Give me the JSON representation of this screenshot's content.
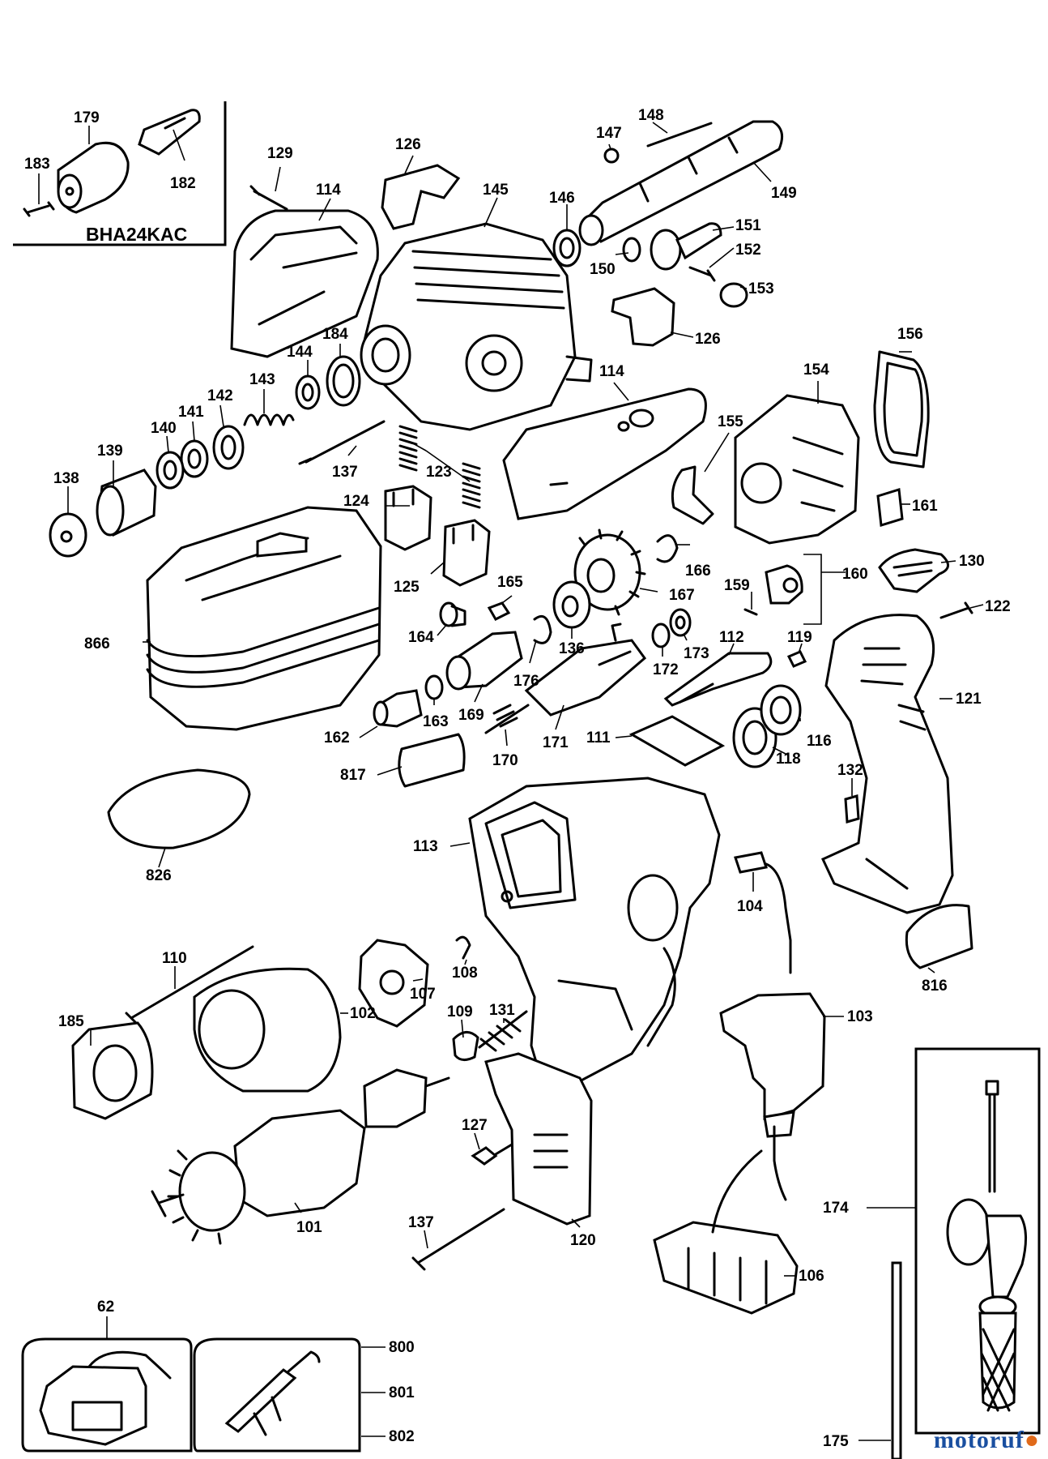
{
  "model_label": "BHA24KAC",
  "watermark": "motoruf",
  "parts": [
    {
      "id": "p183",
      "label": "183",
      "icon": "screw-icon"
    },
    {
      "id": "p179",
      "label": "179",
      "icon": "chuck-icon"
    },
    {
      "id": "p182",
      "label": "182",
      "icon": "chuck-adapter-icon"
    },
    {
      "id": "p129",
      "label": "129",
      "icon": "screw-icon"
    },
    {
      "id": "p114a",
      "label": "114",
      "icon": "housing-half-icon"
    },
    {
      "id": "p126a",
      "label": "126",
      "icon": "selector-knob-icon"
    },
    {
      "id": "p145",
      "label": "145",
      "icon": "gear-housing-icon"
    },
    {
      "id": "p147",
      "label": "147",
      "icon": "ball-icon"
    },
    {
      "id": "p148",
      "label": "148",
      "icon": "pin-icon"
    },
    {
      "id": "p149",
      "label": "149",
      "icon": "spindle-tube-icon"
    },
    {
      "id": "p146",
      "label": "146",
      "icon": "bearing-icon"
    },
    {
      "id": "p151",
      "label": "151",
      "icon": "lever-icon"
    },
    {
      "id": "p150",
      "label": "150",
      "icon": "o-ring-icon"
    },
    {
      "id": "p152",
      "label": "152",
      "icon": "screw-icon"
    },
    {
      "id": "p153",
      "label": "153",
      "icon": "clip-icon"
    },
    {
      "id": "p126b",
      "label": "126",
      "icon": "selector-knob-icon"
    },
    {
      "id": "p184",
      "label": "184",
      "icon": "seal-ring-icon"
    },
    {
      "id": "p144",
      "label": "144",
      "icon": "washer-icon"
    },
    {
      "id": "p143",
      "label": "143",
      "icon": "spring-icon"
    },
    {
      "id": "p142",
      "label": "142",
      "icon": "washer-icon"
    },
    {
      "id": "p141",
      "label": "141",
      "icon": "washer-icon"
    },
    {
      "id": "p140",
      "label": "140",
      "icon": "washer-icon"
    },
    {
      "id": "p139",
      "label": "139",
      "icon": "collar-icon"
    },
    {
      "id": "p138",
      "label": "138",
      "icon": "dust-cap-icon"
    },
    {
      "id": "p137a",
      "label": "137",
      "icon": "bolt-icon"
    },
    {
      "id": "p123",
      "label": "123",
      "icon": "spring-icon"
    },
    {
      "id": "p114b",
      "label": "114",
      "icon": "housing-cover-icon"
    },
    {
      "id": "p156",
      "label": "156",
      "icon": "gasket-icon"
    },
    {
      "id": "p154",
      "label": "154",
      "icon": "rear-housing-icon"
    },
    {
      "id": "p155",
      "label": "155",
      "icon": "clamp-icon"
    },
    {
      "id": "p161",
      "label": "161",
      "icon": "filter-icon"
    },
    {
      "id": "p124",
      "label": "124",
      "icon": "brush-holder-icon"
    },
    {
      "id": "p125",
      "label": "125",
      "icon": "brush-holder-icon"
    },
    {
      "id": "p866",
      "label": "866",
      "icon": "battery-pack-icon"
    },
    {
      "id": "p165",
      "label": "165",
      "icon": "key-icon"
    },
    {
      "id": "p164",
      "label": "164",
      "icon": "bushing-icon"
    },
    {
      "id": "p166",
      "label": "166",
      "icon": "circlip-icon"
    },
    {
      "id": "p167",
      "label": "167",
      "icon": "gear-icon"
    },
    {
      "id": "p136",
      "label": "136",
      "icon": "clutch-icon"
    },
    {
      "id": "p160",
      "label": "160",
      "icon": "switch-assembly-icon"
    },
    {
      "id": "p159",
      "label": "159",
      "icon": "screw-icon"
    },
    {
      "id": "p130",
      "label": "130",
      "icon": "cover-icon"
    },
    {
      "id": "p122",
      "label": "122",
      "icon": "screw-icon"
    },
    {
      "id": "p119",
      "label": "119",
      "icon": "screw-icon"
    },
    {
      "id": "p112",
      "label": "112",
      "icon": "lever-icon"
    },
    {
      "id": "p173",
      "label": "173",
      "icon": "washer-icon"
    },
    {
      "id": "p172",
      "label": "172",
      "icon": "washer-icon"
    },
    {
      "id": "p176",
      "label": "176",
      "icon": "circlip-icon"
    },
    {
      "id": "p169",
      "label": "169",
      "icon": "piston-icon"
    },
    {
      "id": "p162",
      "label": "162",
      "icon": "striker-icon"
    },
    {
      "id": "p163",
      "label": "163",
      "icon": "o-ring-icon"
    },
    {
      "id": "p171",
      "label": "171",
      "icon": "shaft-icon"
    },
    {
      "id": "p170",
      "label": "170",
      "icon": "spring-icon"
    },
    {
      "id": "p111",
      "label": "111",
      "icon": "plate-icon"
    },
    {
      "id": "p118",
      "label": "118",
      "icon": "bearing-icon"
    },
    {
      "id": "p116",
      "label": "116",
      "icon": "bearing-icon"
    },
    {
      "id": "p121",
      "label": "121",
      "icon": "handle-icon"
    },
    {
      "id": "p817",
      "label": "817",
      "icon": "label-plate-icon"
    },
    {
      "id": "p826",
      "label": "826",
      "icon": "label-plate-icon"
    },
    {
      "id": "p132",
      "label": "132",
      "icon": "magnet-icon"
    },
    {
      "id": "p113",
      "label": "113",
      "icon": "main-housing-icon"
    },
    {
      "id": "p104",
      "label": "104",
      "icon": "sensor-icon"
    },
    {
      "id": "p816",
      "label": "816",
      "icon": "label-plate-icon"
    },
    {
      "id": "p110",
      "label": "110",
      "icon": "bolt-icon"
    },
    {
      "id": "p185",
      "label": "185",
      "icon": "fan-baffle-icon"
    },
    {
      "id": "p102",
      "label": "102",
      "icon": "field-coil-icon"
    },
    {
      "id": "p107",
      "label": "107",
      "icon": "brush-ring-icon"
    },
    {
      "id": "p108",
      "label": "108",
      "icon": "clip-icon"
    },
    {
      "id": "p109",
      "label": "109",
      "icon": "plug-icon"
    },
    {
      "id": "p131",
      "label": "131",
      "icon": "spring-icon"
    },
    {
      "id": "p103",
      "label": "103",
      "icon": "switch-icon"
    },
    {
      "id": "p101",
      "label": "101",
      "icon": "armature-icon"
    },
    {
      "id": "p127",
      "label": "127",
      "icon": "screw-icon"
    },
    {
      "id": "p120",
      "label": "120",
      "icon": "battery-contact-cover-icon"
    },
    {
      "id": "p137b",
      "label": "137",
      "icon": "bolt-icon"
    },
    {
      "id": "p174",
      "label": "174",
      "icon": "side-handle-icon"
    },
    {
      "id": "p106",
      "label": "106",
      "icon": "terminal-block-icon"
    },
    {
      "id": "p62",
      "label": "62",
      "icon": "charger-icon"
    },
    {
      "id": "p800",
      "label": "800",
      "icon": "grease-tube-icon"
    },
    {
      "id": "p801",
      "label": "801",
      "icon": "grease-tube-icon"
    },
    {
      "id": "p802",
      "label": "802",
      "icon": "grease-tube-icon"
    },
    {
      "id": "p175",
      "label": "175",
      "icon": "depth-rod-icon"
    }
  ]
}
